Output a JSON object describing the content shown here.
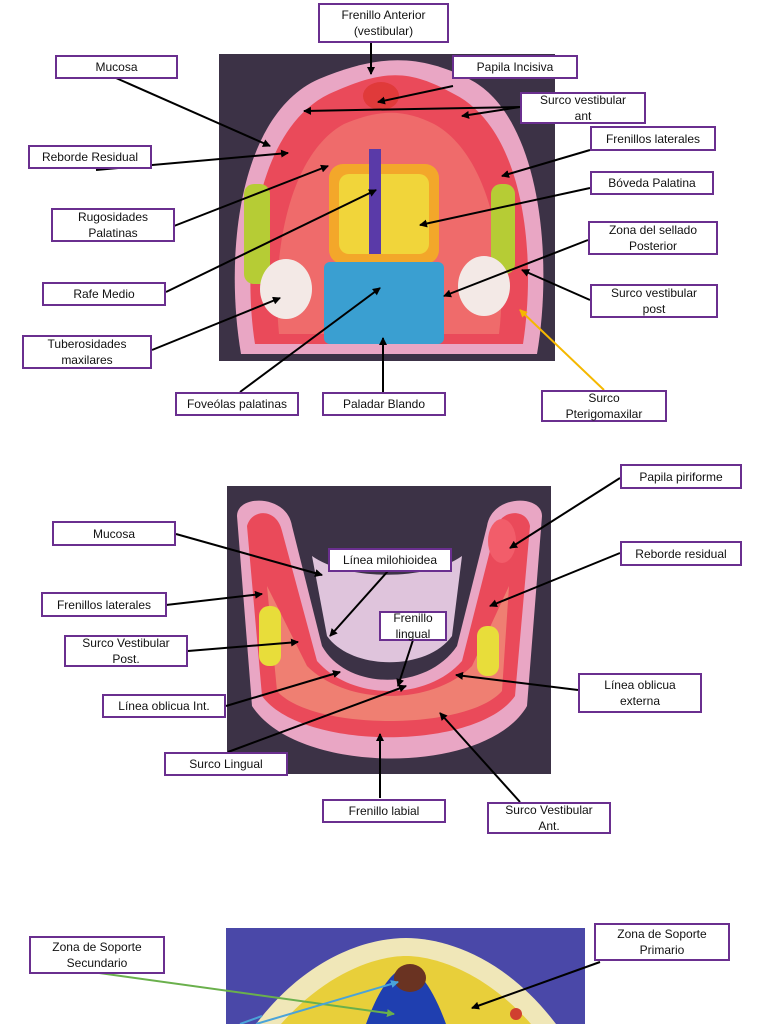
{
  "upper_arch": {
    "labels": {
      "frenillo_anterior": "Frenillo Anterior\n(vestibular)",
      "mucosa": "Mucosa",
      "papila_incisiva": "Papila Incisiva",
      "surco_vestibular_ant": "Surco vestibular\nant",
      "reborde_residual": "Reborde Residual",
      "frenillos_laterales": "Frenillos laterales",
      "boveda_palatina": "Bóveda Palatina",
      "rugosidades_palatinas": "Rugosidades\nPalatinas",
      "zona_sellado_posterior": "Zona del sellado\nPosterior",
      "rafe_medio": "Rafe Medio",
      "surco_vestibular_post": "Surco vestibular\npost",
      "tuberosidades_maxilares": "Tuberosidades\nmaxilares",
      "foveolas_palatinas": "Foveólas palatinas",
      "paladar_blando": "Paladar Blando",
      "surco_pterigomaxilar": "Surco\nPterigomaxilar"
    }
  },
  "lower_arch": {
    "labels": {
      "papila_piriforme": "Papila piriforme",
      "mucosa": "Mucosa",
      "linea_milohioidea": "Línea milohioidea",
      "reborde_residual": "Reborde residual",
      "frenillos_laterales": "Frenillos laterales",
      "frenillo_lingual": "Frenillo\nlingual",
      "surco_vestibular_post": "Surco Vestibular\nPost.",
      "linea_oblicua_externa": "Línea oblicua\nexterna",
      "linea_oblicua_int": "Línea oblicua Int.",
      "surco_lingual": "Surco Lingual",
      "frenillo_labial": "Frenillo labial",
      "surco_vestibular_ant": "Surco Vestibular\nAnt."
    }
  },
  "support_zones": {
    "labels": {
      "zona_soporte_secundario": "Zona de Soporte\nSecundario",
      "zona_soporte_primario": "Zona de Soporte\nPrimario"
    }
  },
  "colors": {
    "label_border": "#6a2f8f",
    "arrow": "#000000",
    "arrow_pterigomaxilar": "#f5b800",
    "arrow_secundario_green": "#6ab04c",
    "arrow_secundario_blue": "#4aa3d8"
  }
}
